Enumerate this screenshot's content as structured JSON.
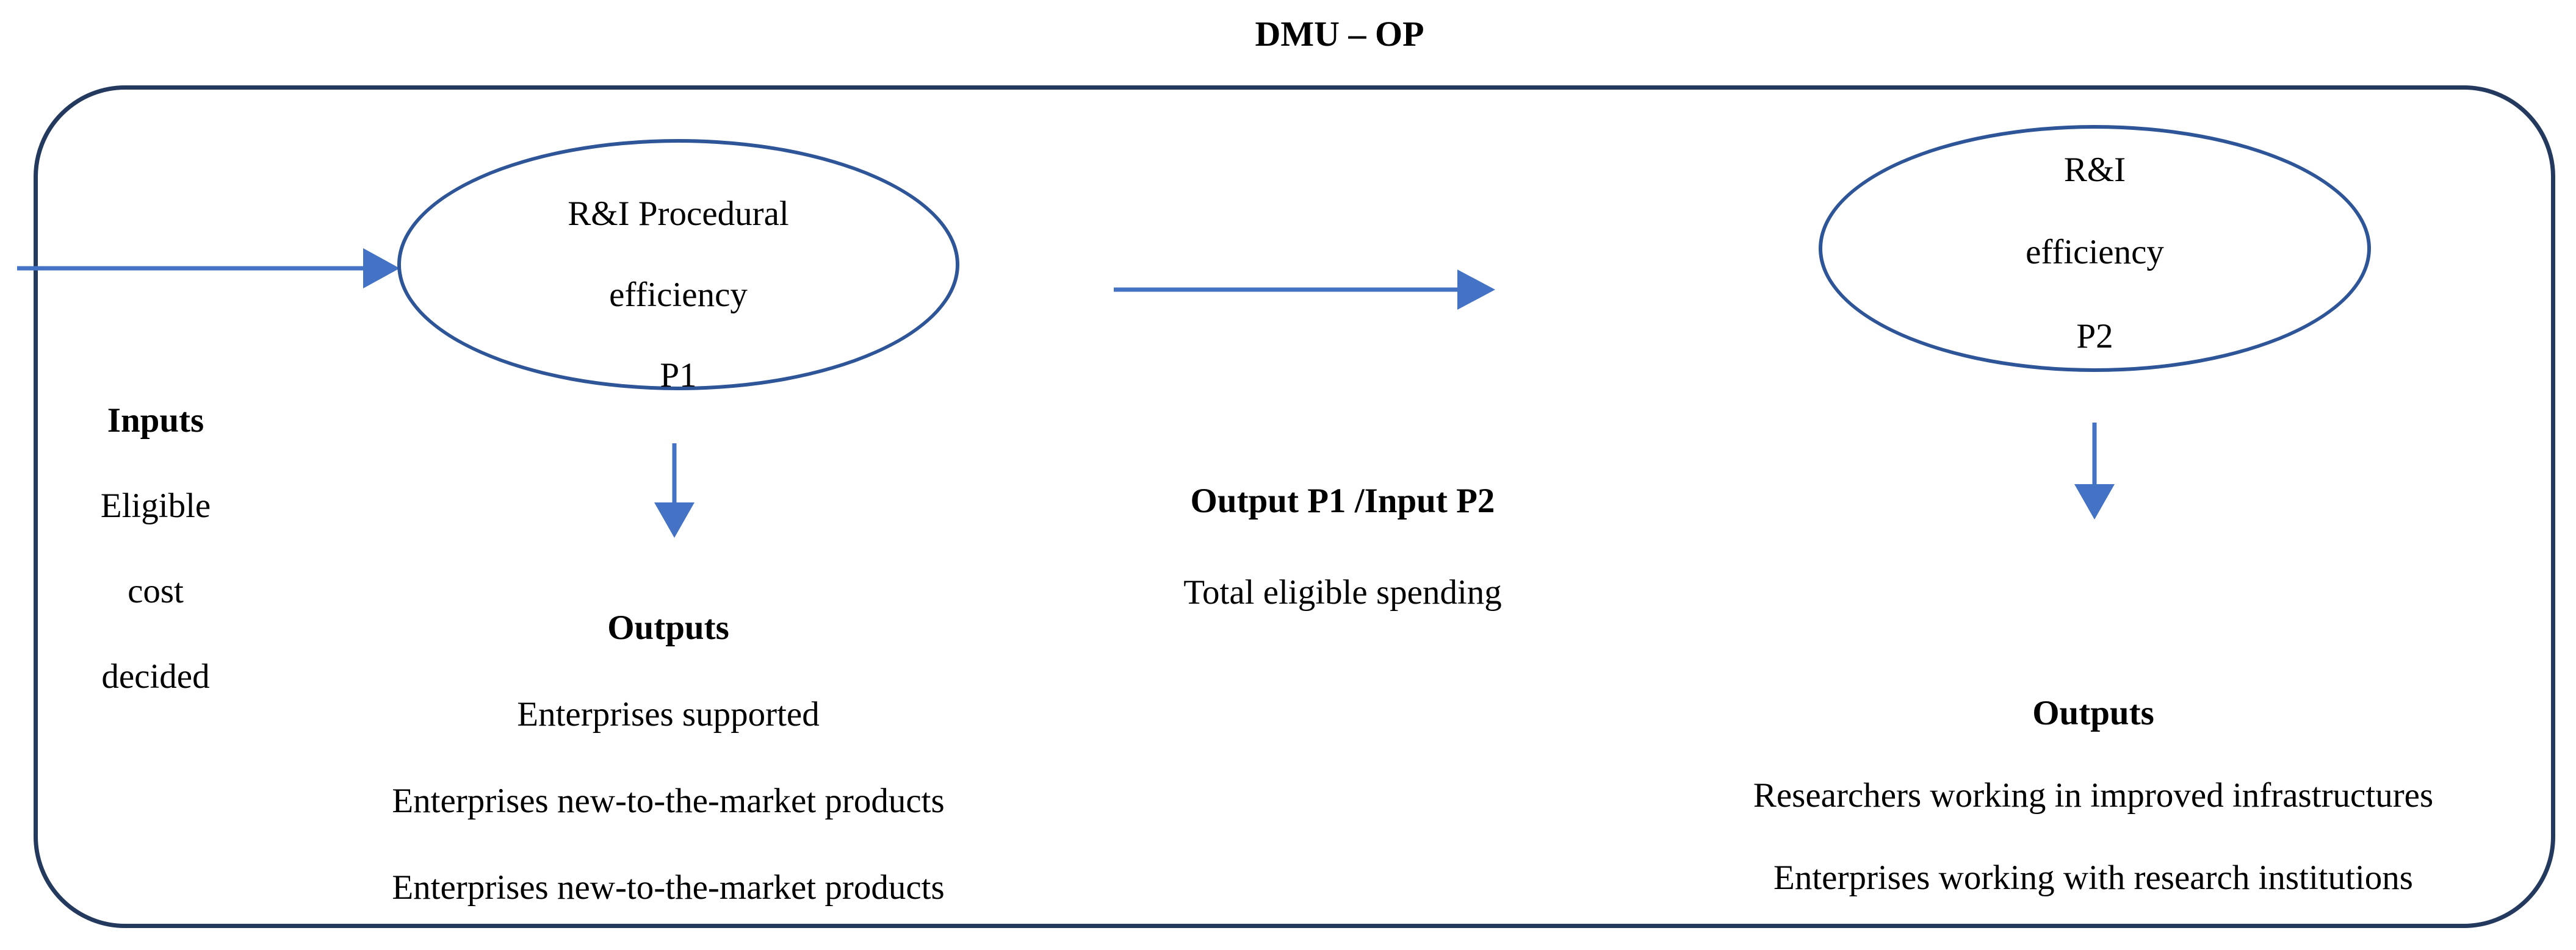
{
  "title": "DMU – OP",
  "colors": {
    "frame": "#24395E",
    "ellipse": "#2E5597",
    "arrow": "#4472C4",
    "text": "#000000"
  },
  "process_p1": {
    "lines": [
      "R&I Procedural",
      "efficiency",
      "P1"
    ]
  },
  "process_p2": {
    "lines": [
      "R&I",
      "efficiency",
      "P2"
    ]
  },
  "inputs_block": {
    "heading": "Inputs",
    "items": [
      "Eligible",
      "cost",
      "decided"
    ]
  },
  "link_block": {
    "heading": "Output P1 /Input P2",
    "items": [
      "Total eligible spending"
    ]
  },
  "outputs_p1_block": {
    "heading": "Outputs",
    "items": [
      "Enterprises supported",
      "Enterprises new-to-the-market products",
      "Enterprises new-to-the-market products"
    ]
  },
  "outputs_p2_block": {
    "heading": "Outputs",
    "items": [
      "Researchers working in improved infrastructures",
      "Enterprises working with research institutions"
    ]
  },
  "arrows": {
    "input_arrow": "input-arrow",
    "p1_to_p2_arrow": "p1-to-p2-arrow",
    "p1_outputs_arrow": "p1-outputs-arrow",
    "p2_outputs_arrow": "p2-outputs-arrow"
  }
}
